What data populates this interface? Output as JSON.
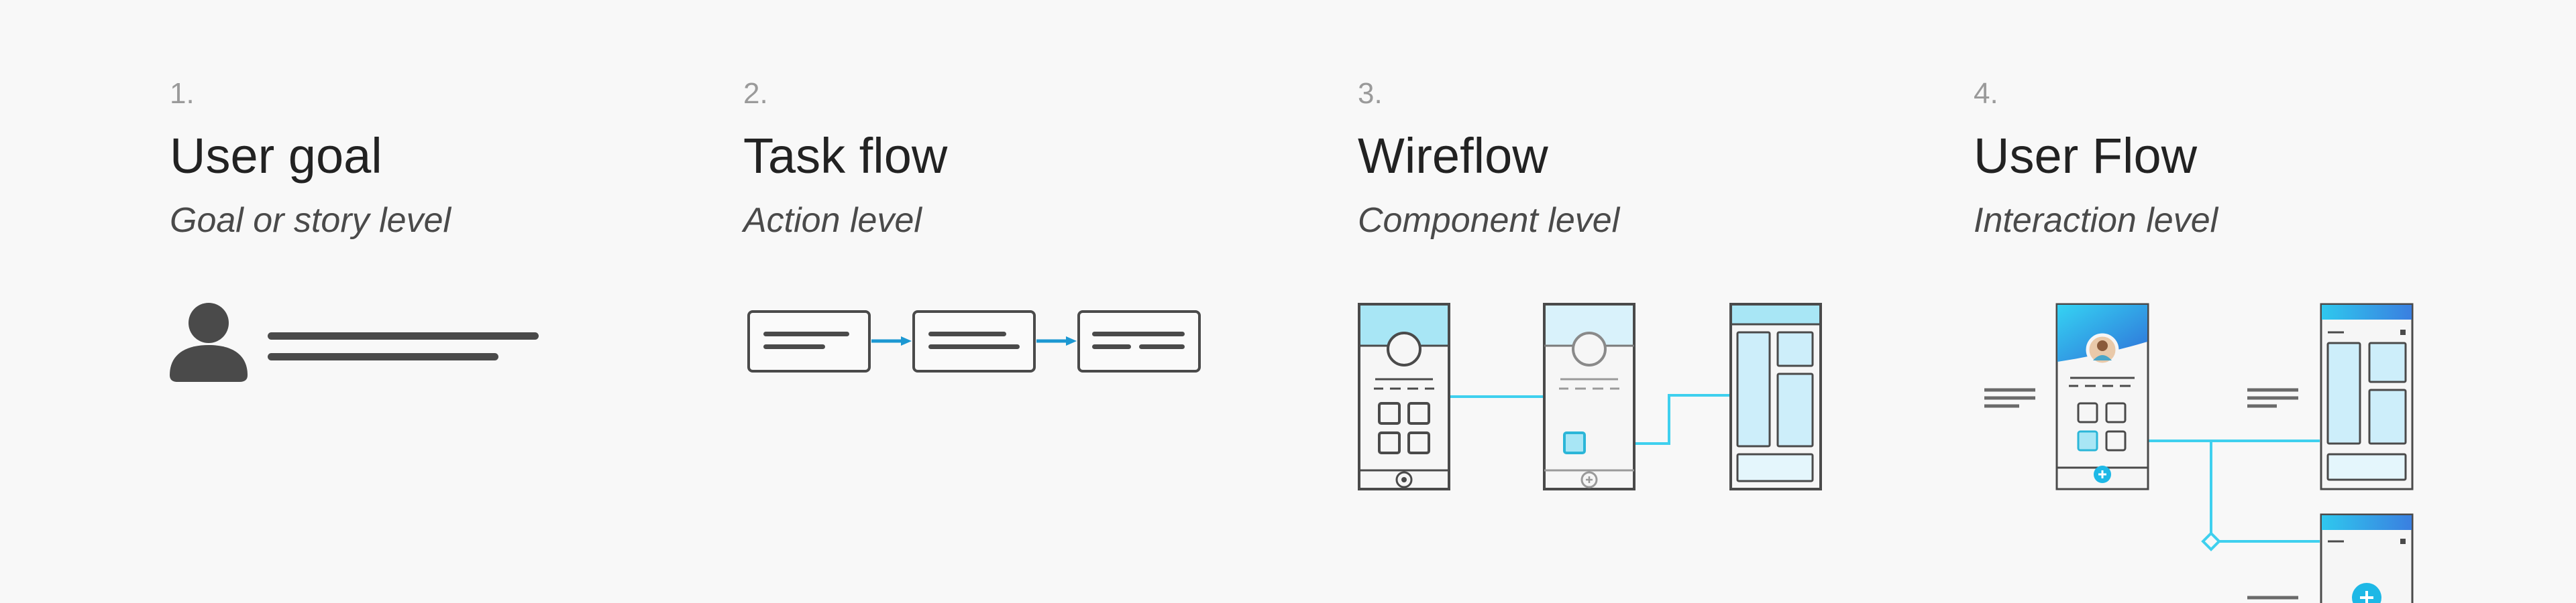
{
  "colors": {
    "background": "#f8f8f8",
    "icon_dark": "#4a4a4a",
    "connector_cyan": "#3fd0ee",
    "arrow_blue": "#1c98d2",
    "screen_fill_light": "#cdeefa"
  },
  "steps": [
    {
      "number": "1.",
      "title": "User goal",
      "subtitle": "Goal or story level",
      "illustration": "user-icon-with-text-lines"
    },
    {
      "number": "2.",
      "title": "Task flow",
      "subtitle": "Action level",
      "illustration": "three-boxes-with-arrows"
    },
    {
      "number": "3.",
      "title": "Wireflow",
      "subtitle": "Component level",
      "illustration": "three-wireframe-screens-connected"
    },
    {
      "number": "4.",
      "title": "User Flow",
      "subtitle": "Interaction level",
      "illustration": "screens-with-branching-connector"
    }
  ]
}
